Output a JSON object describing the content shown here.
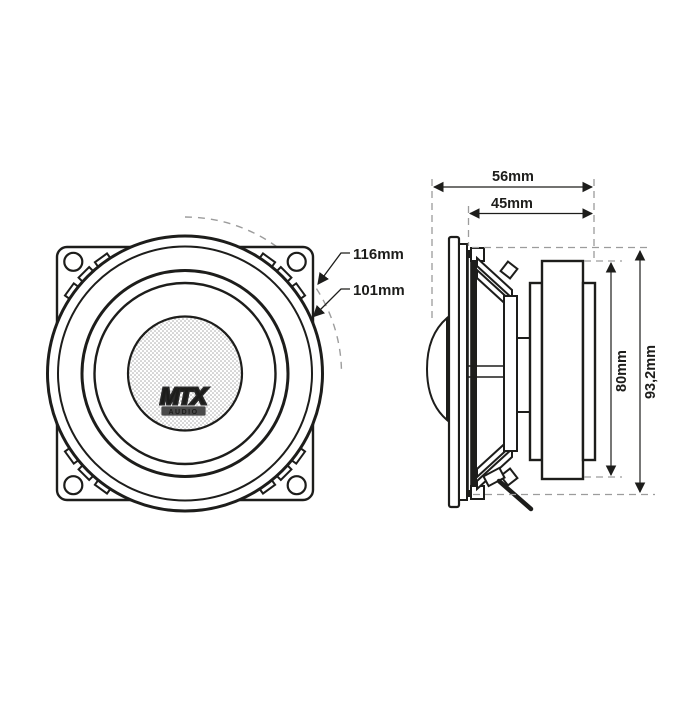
{
  "diagram": {
    "type": "speaker-dimension-drawing",
    "logo": {
      "main": "MTX",
      "sub": "AUDIO"
    },
    "front_view": {
      "labels": {
        "outer_diameter": "116mm",
        "speaker_diameter": "101mm"
      }
    },
    "side_view": {
      "labels": {
        "total_depth": "56mm",
        "mounting_depth": "45mm",
        "magnet_height": "80mm",
        "total_height": "93,2mm"
      }
    },
    "colors": {
      "line": "#1d1d1b",
      "dashed": "#9c9c9c",
      "dust_cap_dots": "#a3a3a3",
      "logo_bar": "#4a4a4a"
    }
  }
}
